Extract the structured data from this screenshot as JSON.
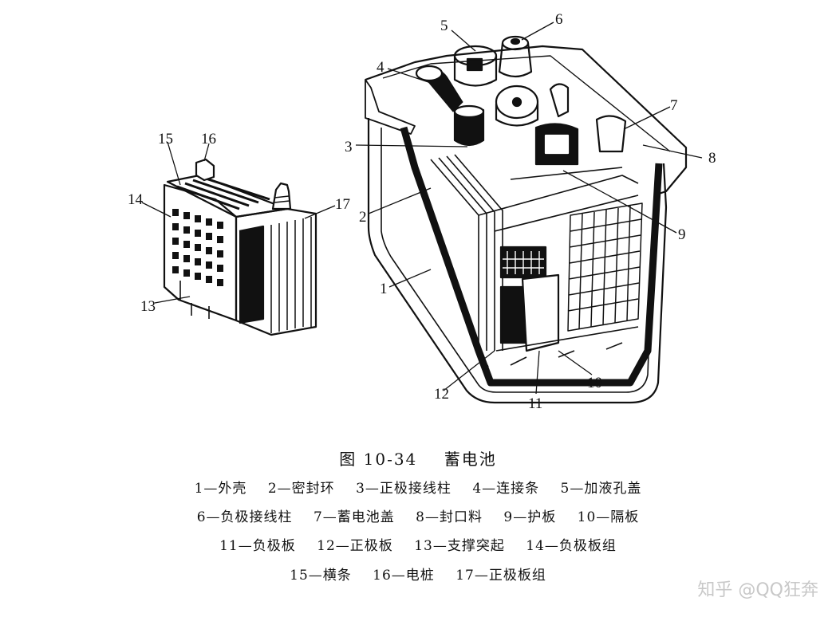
{
  "figure": {
    "callouts": [
      "1",
      "2",
      "3",
      "4",
      "5",
      "6",
      "7",
      "8",
      "9",
      "10",
      "11",
      "12",
      "13",
      "14",
      "15",
      "16",
      "17"
    ]
  },
  "caption": {
    "number": "图 10-34",
    "title": "蓄电池"
  },
  "legend": {
    "rows": [
      [
        "1—外壳",
        "2—密封环",
        "3—正极接线柱",
        "4—连接条",
        "5—加液孔盖"
      ],
      [
        "6—负极接线柱",
        "7—蓄电池盖",
        "8—封口料",
        "9—护板",
        "10—隔板"
      ],
      [
        "11—负极板",
        "12—正极板",
        "13—支撑突起",
        "14—负极板组"
      ],
      [
        "15—横条",
        "16—电桩",
        "17—正极板组"
      ]
    ]
  },
  "watermark": "知乎 @QQ狂奔"
}
